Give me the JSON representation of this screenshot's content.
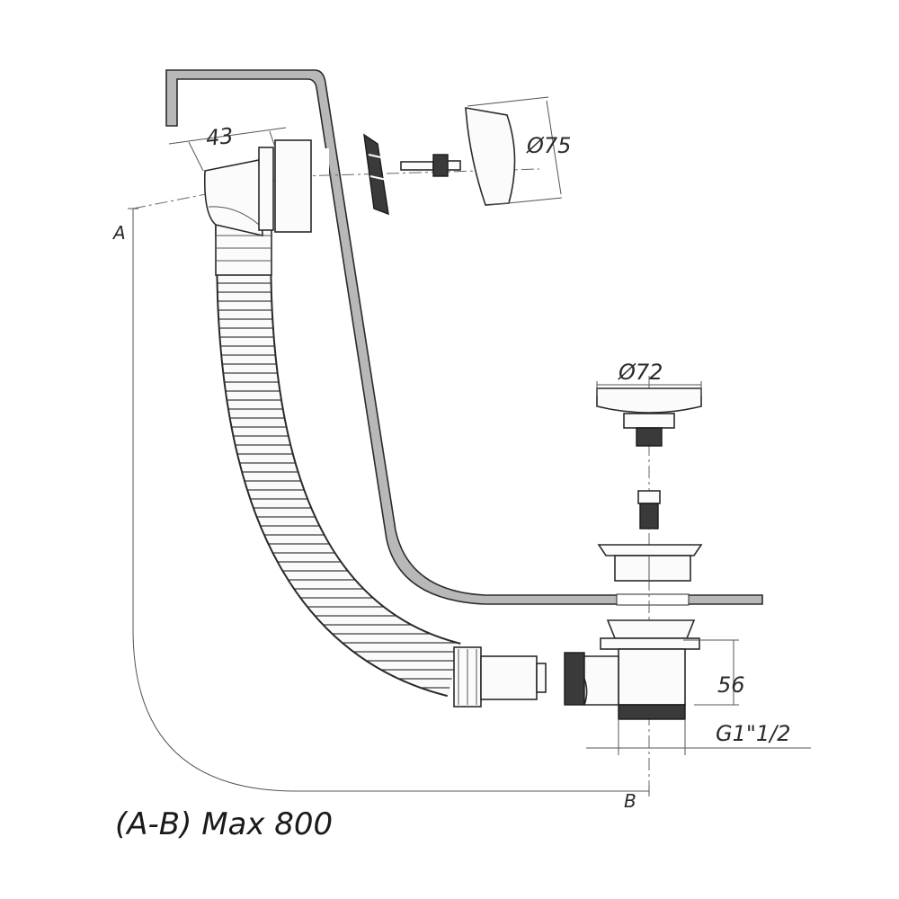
{
  "dimensions": {
    "overflow_length": "43",
    "overflow_cover_diameter": "Ø75",
    "plug_diameter": "Ø72",
    "waste_height": "56",
    "outlet_thread": "G1\"1/2"
  },
  "points": {
    "a": "A",
    "b": "B"
  },
  "caption": "(A-B) Max 800"
}
